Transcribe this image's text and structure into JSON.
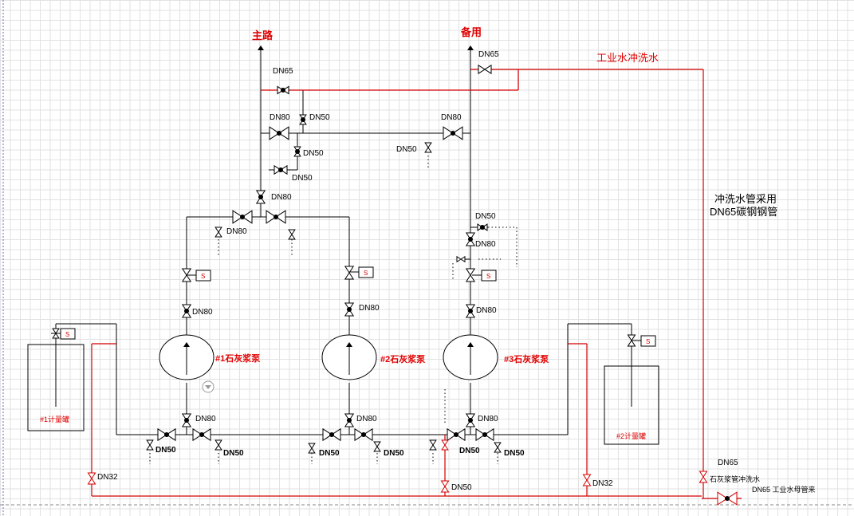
{
  "labels": {
    "main_line": "主路",
    "standby_line": "备用",
    "industrial_flush": "工业水冲洗水",
    "note_line1": "冲洗水管采用",
    "note_line2": "DN65碳钢钢管",
    "pump1": "#1石灰浆泵",
    "pump2": "#2石灰浆泵",
    "pump3": "#3石灰浆泵",
    "tank1": "#1计量罐",
    "tank2": "#2计量罐",
    "flush_valve": "石灰浆管冲洗水",
    "header_pipe": "DN65 工业水母管来",
    "s_tag": "S"
  },
  "sizes": {
    "dn65": "DN65",
    "dn80": "DN80",
    "dn50": "DN50",
    "dn32": "DN32"
  }
}
